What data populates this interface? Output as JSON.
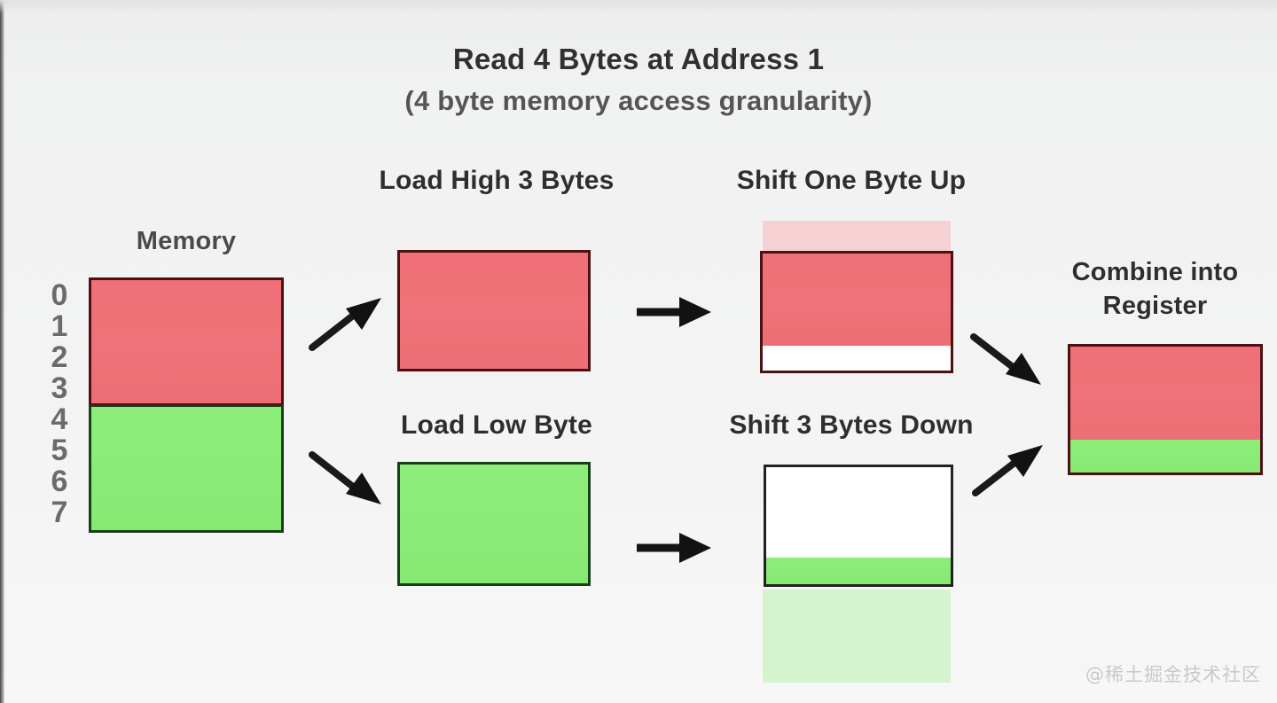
{
  "title": {
    "main": "Read 4 Bytes at Address 1",
    "sub": "(4 byte memory access granularity)"
  },
  "headings": {
    "memory": "Memory",
    "load_high": "Load High 3 Bytes",
    "shift_up": "Shift One Byte Up",
    "load_low": "Load Low Byte",
    "shift_down": "Shift 3 Bytes Down",
    "combine": "Combine into Register"
  },
  "memory": {
    "addresses": [
      "0",
      "1",
      "2",
      "3",
      "4",
      "5",
      "6",
      "7"
    ],
    "blocks": [
      {
        "name": "high-3-bytes",
        "color": "#ee7279",
        "rows": "0-3"
      },
      {
        "name": "low-byte",
        "color": "#8aeb76",
        "rows": "4-7"
      }
    ]
  },
  "stages": [
    {
      "id": "load-high",
      "label": "Load High 3 Bytes",
      "fill": "#ee7279",
      "fill_fraction": 1.0
    },
    {
      "id": "shift-up",
      "label": "Shift One Byte Up",
      "fill": "#ee7279",
      "fill_fraction": 0.79,
      "ghost": "#f6c3c8",
      "ghost_position": "above"
    },
    {
      "id": "load-low",
      "label": "Load Low Byte",
      "fill": "#8aeb76",
      "fill_fraction": 1.0
    },
    {
      "id": "shift-down",
      "label": "Shift 3 Bytes Down",
      "fill": "#8aeb76",
      "fill_fraction": 0.23,
      "ghost": "#c8f3bf",
      "ghost_position": "below"
    },
    {
      "id": "register",
      "label": "Combine into Register",
      "fill_top": "#ee7279",
      "fill_bottom": "#8aeb76",
      "top_fraction": 0.74
    }
  ],
  "arrows": [
    {
      "name": "memory-to-load-high",
      "direction": "up-right"
    },
    {
      "name": "load-high-to-shift-up",
      "direction": "right"
    },
    {
      "name": "memory-to-load-low",
      "direction": "down-right"
    },
    {
      "name": "load-low-to-shift-down",
      "direction": "right"
    },
    {
      "name": "shift-up-to-register",
      "direction": "down-right"
    },
    {
      "name": "shift-down-to-register",
      "direction": "up-right"
    }
  ],
  "colors": {
    "background": "#f2f3f3",
    "red": "#ee7279",
    "green": "#8aeb76",
    "red_border": "#4b1113",
    "green_border": "#17401a",
    "dark_border": "#222222",
    "title_text": "#303030",
    "subtitle_text": "#555555",
    "address_text": "#6b6b6b"
  },
  "watermark": "@稀土掘金技术社区"
}
